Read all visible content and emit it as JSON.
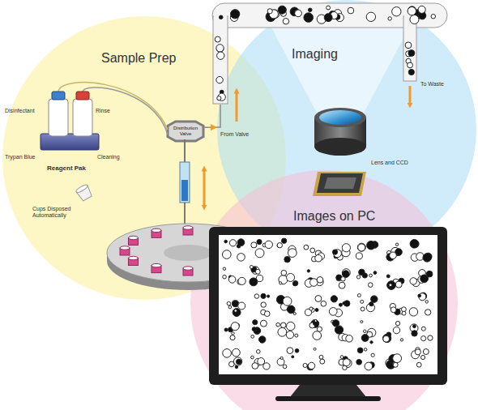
{
  "diagram": {
    "nodes": [
      {
        "text": [
          "Sample Prep"
        ]
      },
      {
        "text": [
          "Distribution Valve"
        ],
        "in": 0
      },
      {
        "text": [
          "Imaging"
        ]
      },
      {
        "text": [
          "Images on PC"
        ]
      }
    ],
    "edges": [
      {
        "from": 1,
        "to": 2,
        "arrow": "to"
      }
    ],
    "labels": [
      "Disinfectant",
      "Rinse",
      "Trypan Blue",
      "Cleaning",
      "Reagent Pak",
      "Cups Disposed Automatically",
      "From Valve",
      "To Waste",
      "Lens and CCD"
    ]
  }
}
